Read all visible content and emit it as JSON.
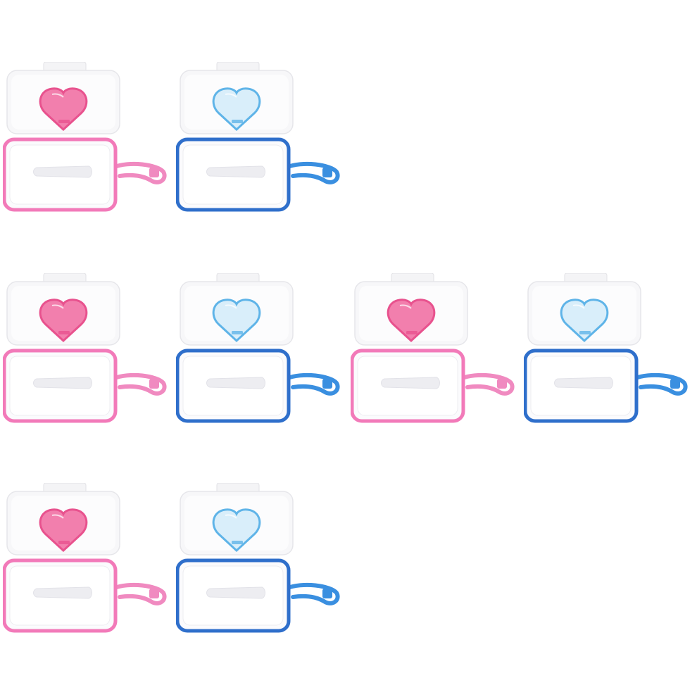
{
  "scene": "product-photo-grid",
  "background": "#ffffff",
  "products": [
    {
      "color_name": "pink",
      "lid_heart": "#e8528e",
      "heart_fill": "#f27fad",
      "rim": "#f27ab9",
      "strap": "#f08ac0",
      "row": 1,
      "col": 1
    },
    {
      "color_name": "blue",
      "lid_heart": "#5fb4e8",
      "heart_fill": "#d9eefa",
      "rim": "#2f6fcb",
      "strap": "#3a8fe0",
      "row": 1,
      "col": 2
    },
    {
      "color_name": "pink",
      "lid_heart": "#e8528e",
      "heart_fill": "#f27fad",
      "rim": "#f27ab9",
      "strap": "#f08ac0",
      "row": 2,
      "col": 1
    },
    {
      "color_name": "blue",
      "lid_heart": "#5fb4e8",
      "heart_fill": "#d9eefa",
      "rim": "#2f6fcb",
      "strap": "#3a8fe0",
      "row": 2,
      "col": 2
    },
    {
      "color_name": "pink",
      "lid_heart": "#e8528e",
      "heart_fill": "#f27fad",
      "rim": "#f27ab9",
      "strap": "#f08ac0",
      "row": 2,
      "col": 3
    },
    {
      "color_name": "blue",
      "lid_heart": "#5fb4e8",
      "heart_fill": "#d9eefa",
      "rim": "#2f6fcb",
      "strap": "#3a8fe0",
      "row": 2,
      "col": 4
    },
    {
      "color_name": "pink",
      "lid_heart": "#e8528e",
      "heart_fill": "#f27fad",
      "rim": "#f27ab9",
      "strap": "#f08ac0",
      "row": 3,
      "col": 1
    },
    {
      "color_name": "blue",
      "lid_heart": "#5fb4e8",
      "heart_fill": "#d9eefa",
      "rim": "#2f6fcb",
      "strap": "#3a8fe0",
      "row": 3,
      "col": 2
    }
  ]
}
